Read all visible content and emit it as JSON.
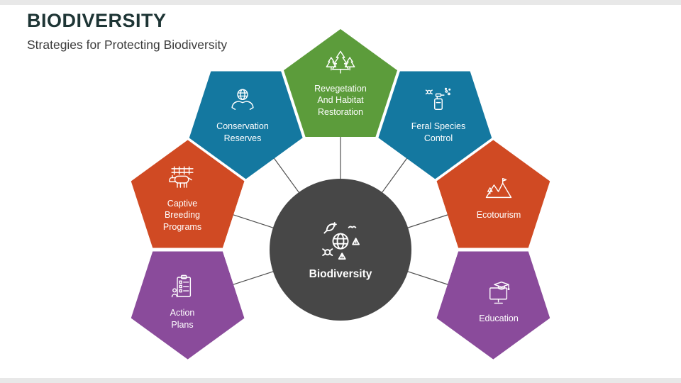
{
  "slide": {
    "title": "BIODIVERSITY",
    "subtitle": "Strategies for Protecting Biodiversity"
  },
  "center": {
    "label": "Biodiversity",
    "color": "#474747",
    "icon": "globe-eco-icon"
  },
  "connector_color": "#4f4f4f",
  "nodes": [
    {
      "id": "revegetation-habitat-restoration",
      "label": "Revegetation\nAnd Habitat\nRestoration",
      "color": "#5c9c3b",
      "icon": "trees-icon",
      "angle": 0
    },
    {
      "id": "conservation-reserves",
      "label": "Conservation\nReserves",
      "color": "#1478a0",
      "icon": "hands-globe-icon",
      "angle": -36
    },
    {
      "id": "feral-species-control",
      "label": "Feral Species\nControl",
      "color": "#1478a0",
      "icon": "spray-icon",
      "angle": 36
    },
    {
      "id": "captive-breeding-programs",
      "label": "Captive\nBreeding\nPrograms",
      "color": "#d04a23",
      "icon": "animal-fence-icon",
      "angle": -72
    },
    {
      "id": "ecotourism",
      "label": "Ecotourism",
      "color": "#d04a23",
      "icon": "mountains-icon",
      "angle": 72
    },
    {
      "id": "action-plans",
      "label": "Action\nPlans",
      "color": "#8a4b9b",
      "icon": "clipboard-icon",
      "angle": -108
    },
    {
      "id": "education",
      "label": "Education",
      "color": "#8a4b9b",
      "icon": "education-icon",
      "angle": 108
    }
  ]
}
